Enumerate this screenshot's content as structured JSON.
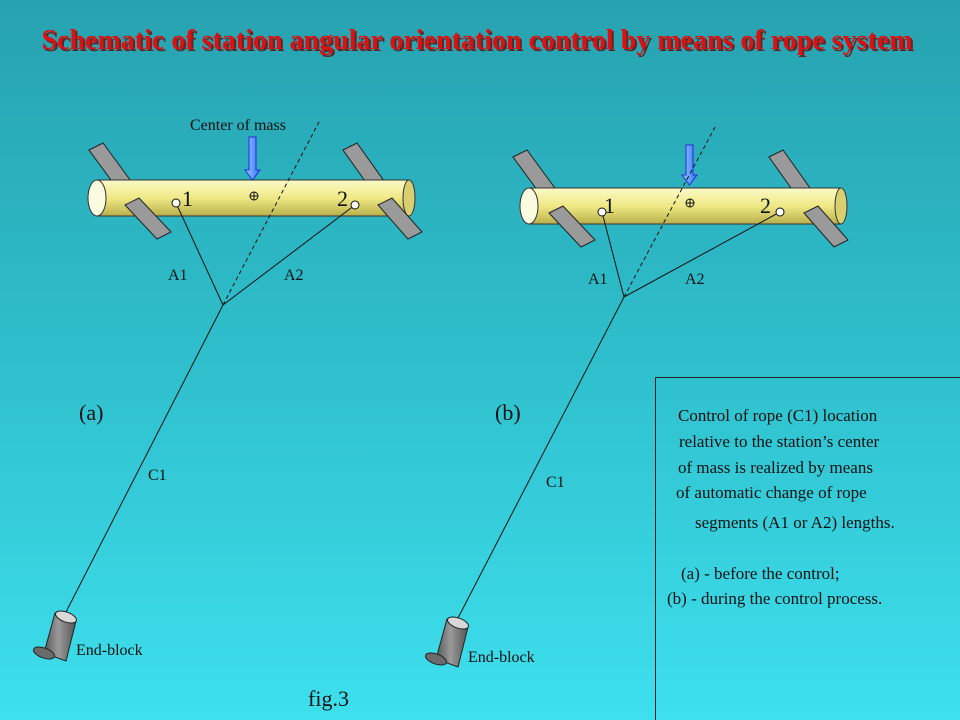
{
  "title": "Schematic of station angular orientation control by means of rope system",
  "colors": {
    "title_fill": "#dd1111",
    "title_shadow": "#5a2a2a",
    "arrow": "#2a2ad8",
    "station": "#f4f090",
    "panel": "#9a9a9a"
  },
  "labels": {
    "center_of_mass": "Center of mass",
    "point1": "1",
    "point2": "2",
    "segment_a1": "A1",
    "segment_a2": "A2",
    "rope_c1": "C1",
    "end_block": "End-block",
    "panel_a": "(a)",
    "panel_b": "(b)",
    "figure": "fig.3"
  },
  "info": {
    "line1": "Control of rope (C1) location",
    "line2": "relative  to the station’s center",
    "line3": "of mass is realized  by means",
    "line4": "of automatic change of rope",
    "line5": "segments  (A1 or A2) lengths.",
    "line6": "(a) - before the control;",
    "line7": "(b) - during the control process."
  }
}
